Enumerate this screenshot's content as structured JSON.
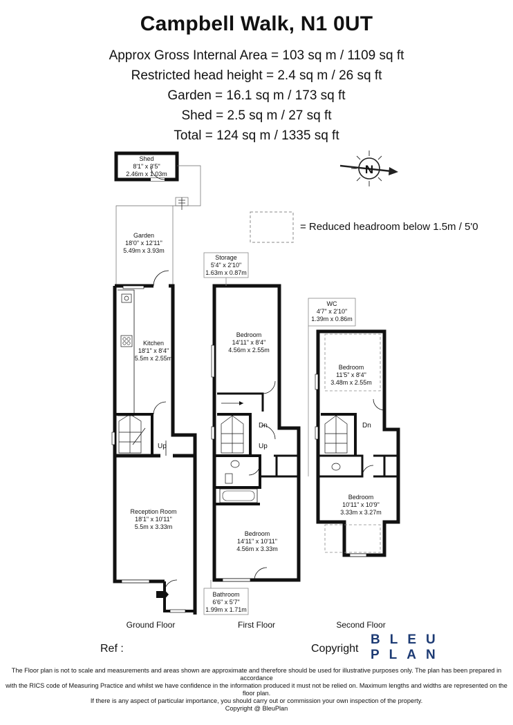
{
  "header": {
    "title": "Campbell Walk, N1 0UT",
    "areas": [
      "Approx Gross Internal Area = 103 sq m / 1109 sq ft",
      "Restricted head height = 2.4 sq m / 26 sq ft",
      "Garden = 16.1 sq m / 173 sq ft",
      "Shed = 2.5 sq m / 27 sq ft",
      "Total = 124 sq m / 1335 sq ft"
    ]
  },
  "compass": {
    "letter": "N"
  },
  "legend": {
    "text": "= Reduced headroom below 1.5m / 5'0"
  },
  "rooms": {
    "shed": {
      "name": "Shed",
      "imperial": "8'1\" x 3'5\"",
      "metric": "2.46m x 1.03m"
    },
    "garden": {
      "name": "Garden",
      "imperial": "18'0\" x 12'11\"",
      "metric": "5.49m x 3.93m"
    },
    "kitchen": {
      "name": "Kitchen",
      "imperial": "18'1\" x 8'4\"",
      "metric": "5.5m x 2.55m"
    },
    "reception": {
      "name": "Reception Room",
      "imperial": "18'1\" x 10'11\"",
      "metric": "5.5m x 3.33m"
    },
    "storage": {
      "name": "Storage",
      "imperial": "5'4\" x 2'10\"",
      "metric": "1.63m x 0.87m"
    },
    "bed1_ff": {
      "name": "Bedroom",
      "imperial": "14'11\" x 8'4\"",
      "metric": "4.56m x 2.55m"
    },
    "bed2_ff": {
      "name": "Bedroom",
      "imperial": "14'11\" x 10'11\"",
      "metric": "4.56m x 3.33m"
    },
    "bathroom": {
      "name": "Bathroom",
      "imperial": "6'6\" x 5'7\"",
      "metric": "1.99m x 1.71m"
    },
    "wc": {
      "name": "WC",
      "imperial": "4'7\" x 2'10\"",
      "metric": "1.39m x 0.86m"
    },
    "bed1_sf": {
      "name": "Bedroom",
      "imperial": "11'5\" x 8'4\"",
      "metric": "3.48m x 2.55m"
    },
    "bed2_sf": {
      "name": "Bedroom",
      "imperial": "10'11\" x 10'9\"",
      "metric": "3.33m x 3.27m"
    }
  },
  "stair_labels": {
    "up": "Up",
    "dn": "Dn"
  },
  "floors": {
    "ground": "Ground Floor",
    "first": "First Floor",
    "second": "Second Floor"
  },
  "footer": {
    "ref": "Ref  :",
    "copyright": "Copyright",
    "logo_top": "BLEU",
    "logo_bottom": "PLAN",
    "logo_color": "#1d3b74",
    "disclaimer": [
      "The Floor plan is not to scale and measurements and areas shown are approximate and therefore should be used for illustrative purposes only. The plan has been prepared in accordance",
      "with the RICS code of Measuring Practice and whilst we have confidence in the information produced it must not be relied on. Maximum lengths and widths are represented on the floor plan.",
      "If there is any aspect of particular importance, you should carry out or commission your own inspection of the property.",
      "Copyright @ BleuPlan"
    ]
  }
}
